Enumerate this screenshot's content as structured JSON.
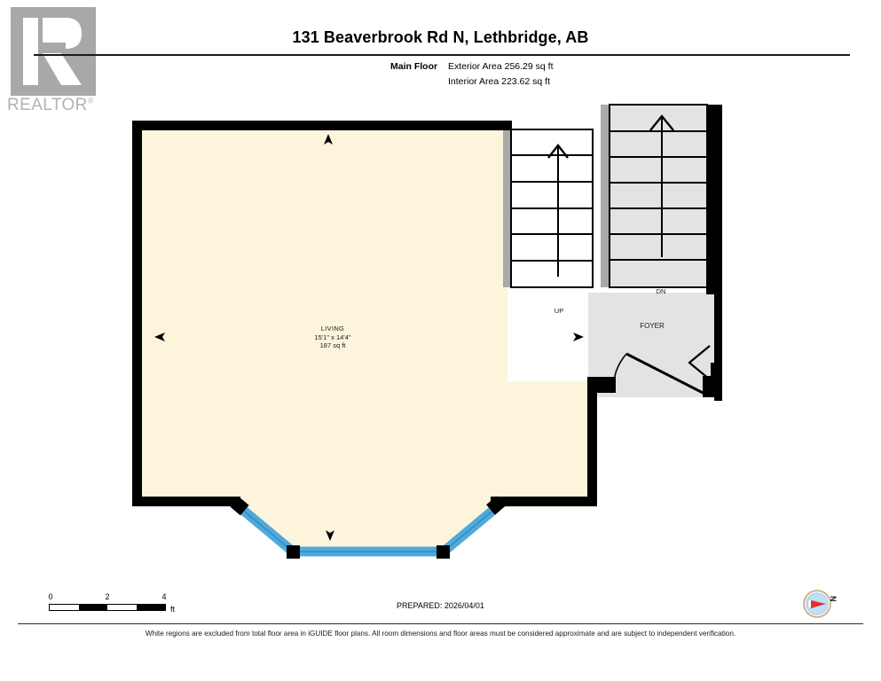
{
  "branding": {
    "logo_text": "REALTOR",
    "logo_mark": "R",
    "registered_symbol": "®"
  },
  "header": {
    "title": "131 Beaverbrook Rd N, Lethbridge, AB",
    "floor_label": "Main Floor",
    "exterior_area": "Exterior Area 256.29 sq ft",
    "interior_area": "Interior Area 223.62 sq ft"
  },
  "rooms": [
    {
      "name": "LIVING",
      "dimensions": "15'1\" x 14'4\"",
      "area": "187 sq ft"
    },
    {
      "name": "FOYER",
      "dimensions": "",
      "area": ""
    }
  ],
  "stair_labels": {
    "up": "UP",
    "down": "DN"
  },
  "scale": {
    "ticks": [
      "0",
      "2",
      "4"
    ],
    "unit": "ft"
  },
  "compass": {
    "north_label": "N"
  },
  "prepared": "PREPARED: 2026/04/01",
  "disclaimer": "White regions are excluded from total floor area in iGUIDE floor plans. All room dimensions and floor areas must be considered approximate and are subject to independent verification.",
  "colors": {
    "wall": "#000000",
    "living_fill": "#FCF5DC",
    "foyer_fill": "#E3E3E3",
    "stair_gray": "#E3E3E3",
    "wall_gray": "#A9A9A9",
    "window_blue": "#4FA9DC",
    "logo_gray": "#A8A8A8"
  }
}
